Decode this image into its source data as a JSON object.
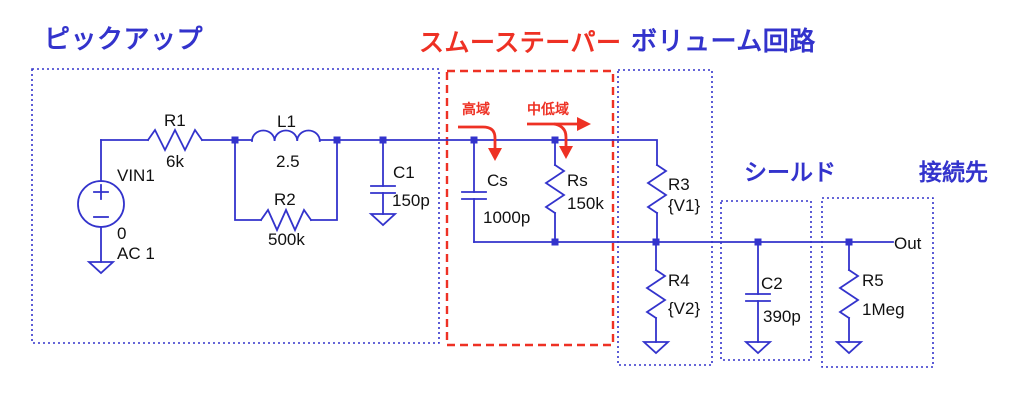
{
  "titles": {
    "pickup": "ピックアップ",
    "smooth_taper": "スムーステーパー",
    "volume_circuit": "ボリューム回路",
    "shield": "シールド",
    "destination": "接続先"
  },
  "annotations": {
    "high_range": "高域",
    "mid_low_range": "中低域"
  },
  "components": {
    "vin1": {
      "name": "VIN1",
      "value": "0",
      "ac": "AC 1"
    },
    "r1": {
      "name": "R1",
      "value": "6k"
    },
    "l1": {
      "name": "L1",
      "value": "2.5"
    },
    "r2": {
      "name": "R2",
      "value": "500k"
    },
    "c1": {
      "name": "C1",
      "value": "150p"
    },
    "cs": {
      "name": "Cs",
      "value": "1000p"
    },
    "rs": {
      "name": "Rs",
      "value": "150k"
    },
    "r3": {
      "name": "R3",
      "value": "{V1}"
    },
    "r4": {
      "name": "R4",
      "value": "{V2}"
    },
    "c2": {
      "name": "C2",
      "value": "390p"
    },
    "r5": {
      "name": "R5",
      "value": "1Meg"
    }
  },
  "net_labels": {
    "out": "Out"
  },
  "colors": {
    "blue": "#3333cc",
    "red": "#ee3124",
    "label": "#111111",
    "bg": "#ffffff"
  }
}
